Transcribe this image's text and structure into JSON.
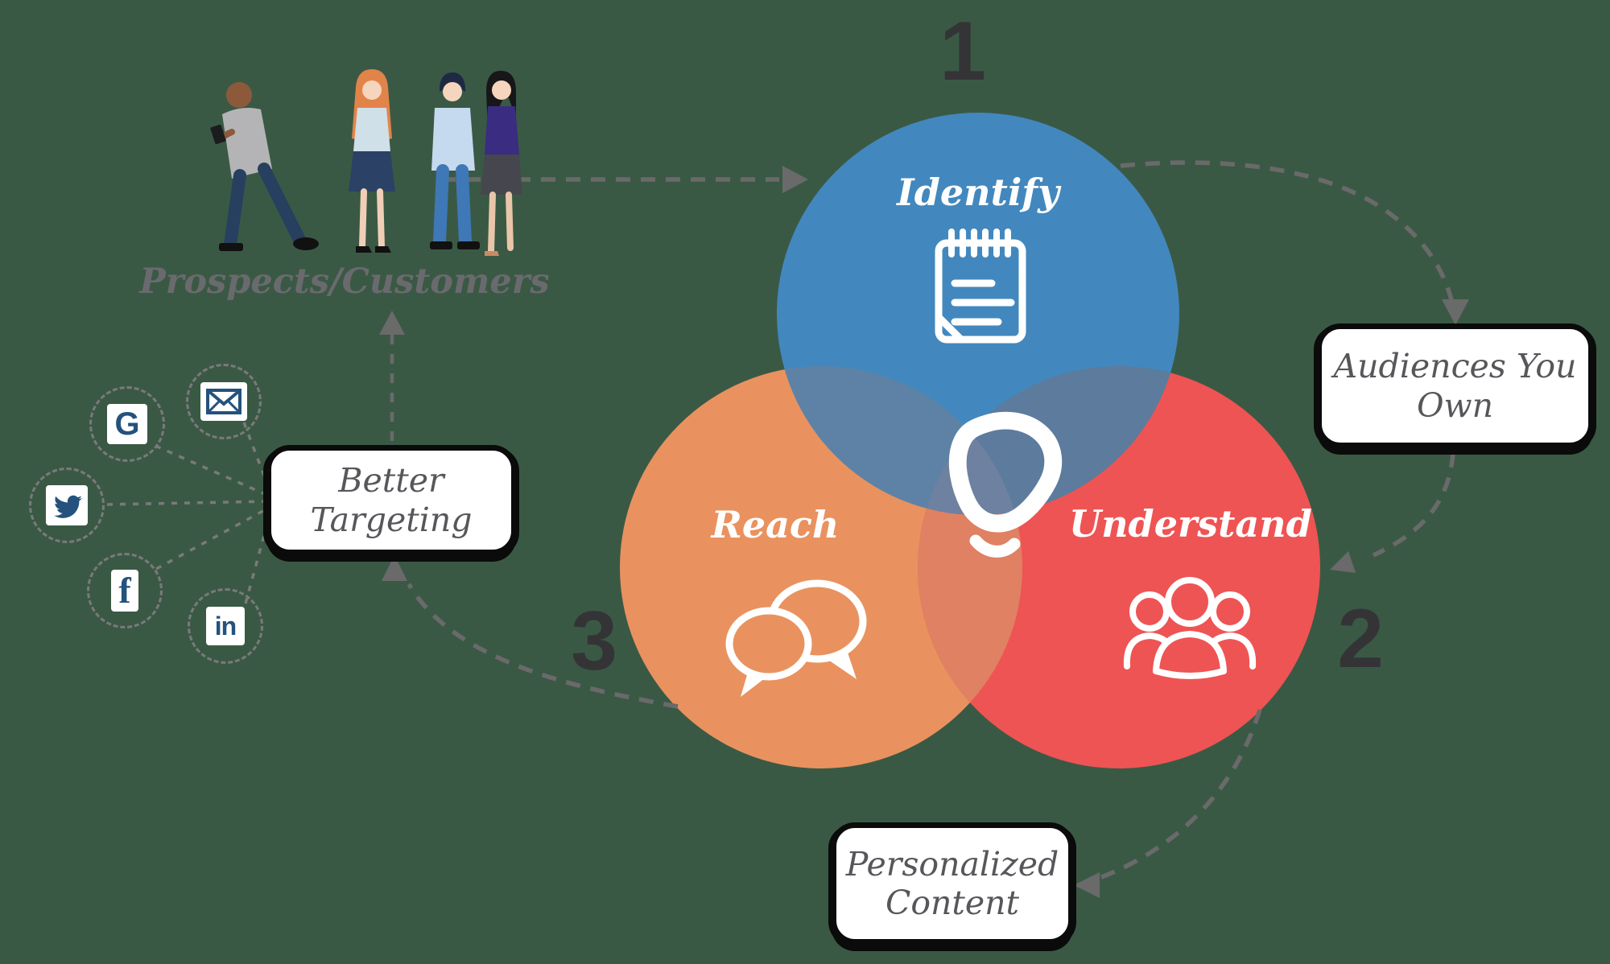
{
  "numbers": {
    "one": "1",
    "two": "2",
    "three": "3"
  },
  "circles": {
    "identify": {
      "label": "Identify",
      "color": "#4288BE",
      "icon": "notepad-icon"
    },
    "understand": {
      "label": "Understand",
      "color": "#EE5453",
      "icon": "people-group-icon"
    },
    "reach": {
      "label": "Reach",
      "color": "#E9925F",
      "icon": "chat-bubbles-icon"
    }
  },
  "overlap_colors": {
    "blue_orange": "#5E82A5",
    "blue_red": "#5D7B9C",
    "orange_red": "#DF8162",
    "triple": "#6F81A0"
  },
  "center_logo": "triblio-logo",
  "callouts": {
    "audiences": {
      "line1": "Audiences You",
      "line2": "Own"
    },
    "personalized": {
      "line1": "Personalized",
      "line2": "Content"
    },
    "better": {
      "line1": "Better",
      "line2": "Targeting"
    }
  },
  "people_label": "Prospects/Customers",
  "social": {
    "google_glyph": "G",
    "facebook_glyph": "f",
    "linkedin_glyph": "in",
    "icons": [
      "google-icon",
      "email-icon",
      "twitter-icon",
      "facebook-icon",
      "linkedin-icon"
    ],
    "icon_color": "#24527C"
  },
  "colors": {
    "background": "#3A5945",
    "arrow": "#6A6A6A",
    "number_text": "#343437",
    "callout_text": "#57575B",
    "label_text": "#6A6A6E"
  }
}
